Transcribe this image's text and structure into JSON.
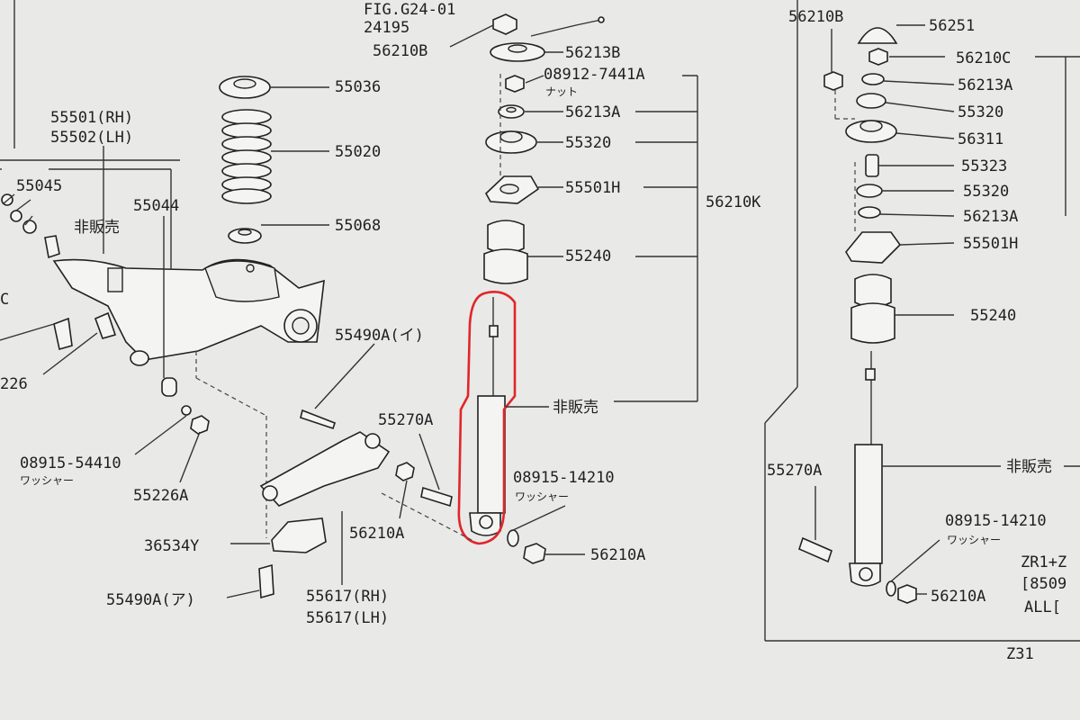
{
  "labels": {
    "fig_ref": "FIG.G24-01",
    "p24195": "24195",
    "p56210B_mid": "56210B",
    "p56213B": "56213B",
    "p08912": "08912-7441A",
    "nut_mid": "ナット",
    "p56213A_mid": "56213A",
    "p55320_mid": "55320",
    "p55501H_mid": "55501H",
    "p55240_mid": "55240",
    "p56210K": "56210K",
    "hihanbai_mid": "非販売",
    "p55036": "55036",
    "p55020": "55020",
    "p55068": "55068",
    "p55501": "55501(RH)",
    "p55502": "55502(LH)",
    "p55045": "55045",
    "p55044": "55044",
    "hihanbai_left": "非販売",
    "p226": "226",
    "p08915_54410": "08915-54410",
    "washer_left": "ワッシャー",
    "p55226A": "55226A",
    "p55490A_i": "55490A(イ)",
    "p55270A_mid": "55270A",
    "p08915_14210_mid": "08915-14210",
    "washer_mid": "ワッシャー",
    "p56210A_a": "56210A",
    "p56210A_b": "56210A",
    "p36534Y": "36534Y",
    "p55490A_a": "55490A(ア)",
    "p55617_rh": "55617(RH)",
    "p55617_lh": "55617(LH)",
    "p56210B_r": "56210B",
    "p56251": "56251",
    "p56210C": "56210C",
    "p56213A_r1": "56213A",
    "p55320_r1": "55320",
    "p56311": "56311",
    "p55323": "55323",
    "p55320_r2": "55320",
    "p56213A_r2": "56213A",
    "p55501H_r": "55501H",
    "p55240_r": "55240",
    "p55270A_r": "55270A",
    "hihanbai_r": "非販売",
    "p08915_14210_r": "08915-14210",
    "washer_r": "ワッシャー",
    "p56210A_r": "56210A",
    "zr_note": "ZR1+Z",
    "date_note": "[8509",
    "all_note": "ALL[",
    "model": "Z31",
    "c_mark": "C"
  },
  "highlight": {
    "color": "#e0262b",
    "target": "shock absorber (非販売)"
  }
}
